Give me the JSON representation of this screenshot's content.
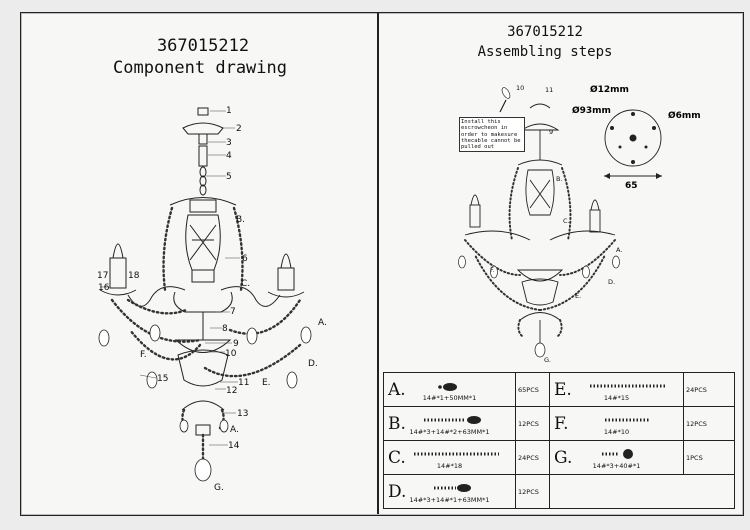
{
  "left_panel": {
    "code": "367015212",
    "heading": "Component drawing",
    "callouts": [
      "1",
      "2",
      "3",
      "4",
      "5",
      "6",
      "7",
      "8",
      "9",
      "10",
      "11",
      "12",
      "13",
      "14",
      "15",
      "16",
      "17",
      "18"
    ],
    "letters": [
      "A.",
      "B.",
      "C.",
      "D.",
      "E.",
      "F.",
      "G."
    ]
  },
  "right_panel": {
    "code": "367015212",
    "heading": "Assembling steps",
    "note": "Install this escrowcheon in order to makesure thecable cannot be pulled out",
    "callouts": [
      "9",
      "10",
      "11"
    ],
    "dims": {
      "hole_d": "Ø12mm",
      "plate_d": "Ø93mm",
      "small_hole": "Ø6mm",
      "spacing": "65"
    }
  },
  "parts_table": [
    {
      "letter": "A.",
      "code": "14#*1+50MM*1",
      "qty": "65PCS"
    },
    {
      "letter": "E.",
      "code": "14#*15",
      "qty": "24PCS"
    },
    {
      "letter": "B.",
      "code": "14#*3+14#*2+63MM*1",
      "qty": "12PCS"
    },
    {
      "letter": "F.",
      "code": "14#*10",
      "qty": "12PCS"
    },
    {
      "letter": "C.",
      "code": "14#*18",
      "qty": "24PCS"
    },
    {
      "letter": "G.",
      "code": "14#*3+40#*1",
      "qty": "1PCS"
    },
    {
      "letter": "D.",
      "code": "14#*3+14#*1+63MM*1",
      "qty": "12PCS"
    }
  ]
}
